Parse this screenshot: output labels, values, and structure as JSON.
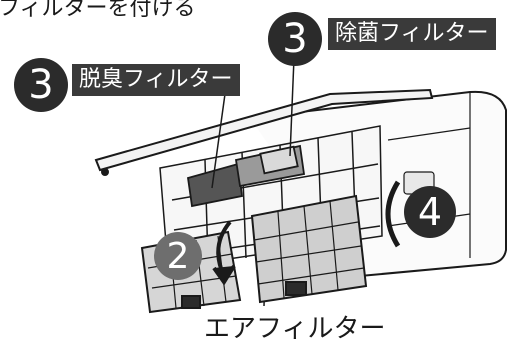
{
  "top_caption": "フィルターを付ける",
  "labels": {
    "deodorizing_filter": "脱臭フィルター",
    "sterilizing_filter": "除菌フィルター",
    "air_filter": "エアフィルター"
  },
  "steps": {
    "deodorizing": "3",
    "sterilizing": "3",
    "lower_filter": "2",
    "close_panel": "4"
  },
  "colors": {
    "label_bg": "#3a3a3a",
    "step_dark": "#2b2b2b",
    "step_gray": "#6e6e6e",
    "line": "#1a1a1a"
  }
}
